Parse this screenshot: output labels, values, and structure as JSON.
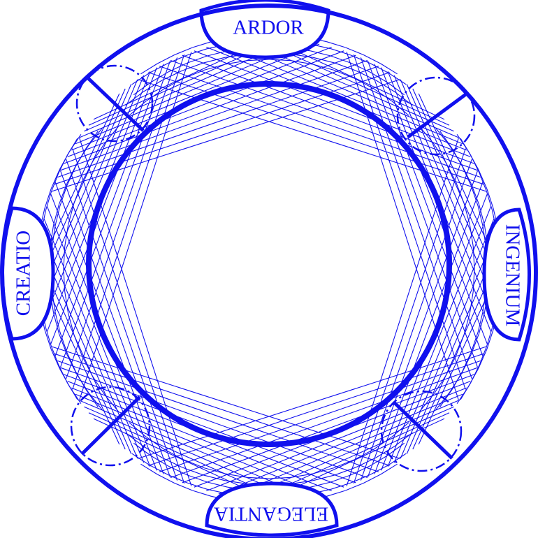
{
  "colors": {
    "stroke": "#1010ee",
    "background": "#ffffff"
  },
  "labels": {
    "top": "ARDOR",
    "right": "INGENIUM",
    "bottom": "ELEGANTIA",
    "left": "CREATIO"
  }
}
